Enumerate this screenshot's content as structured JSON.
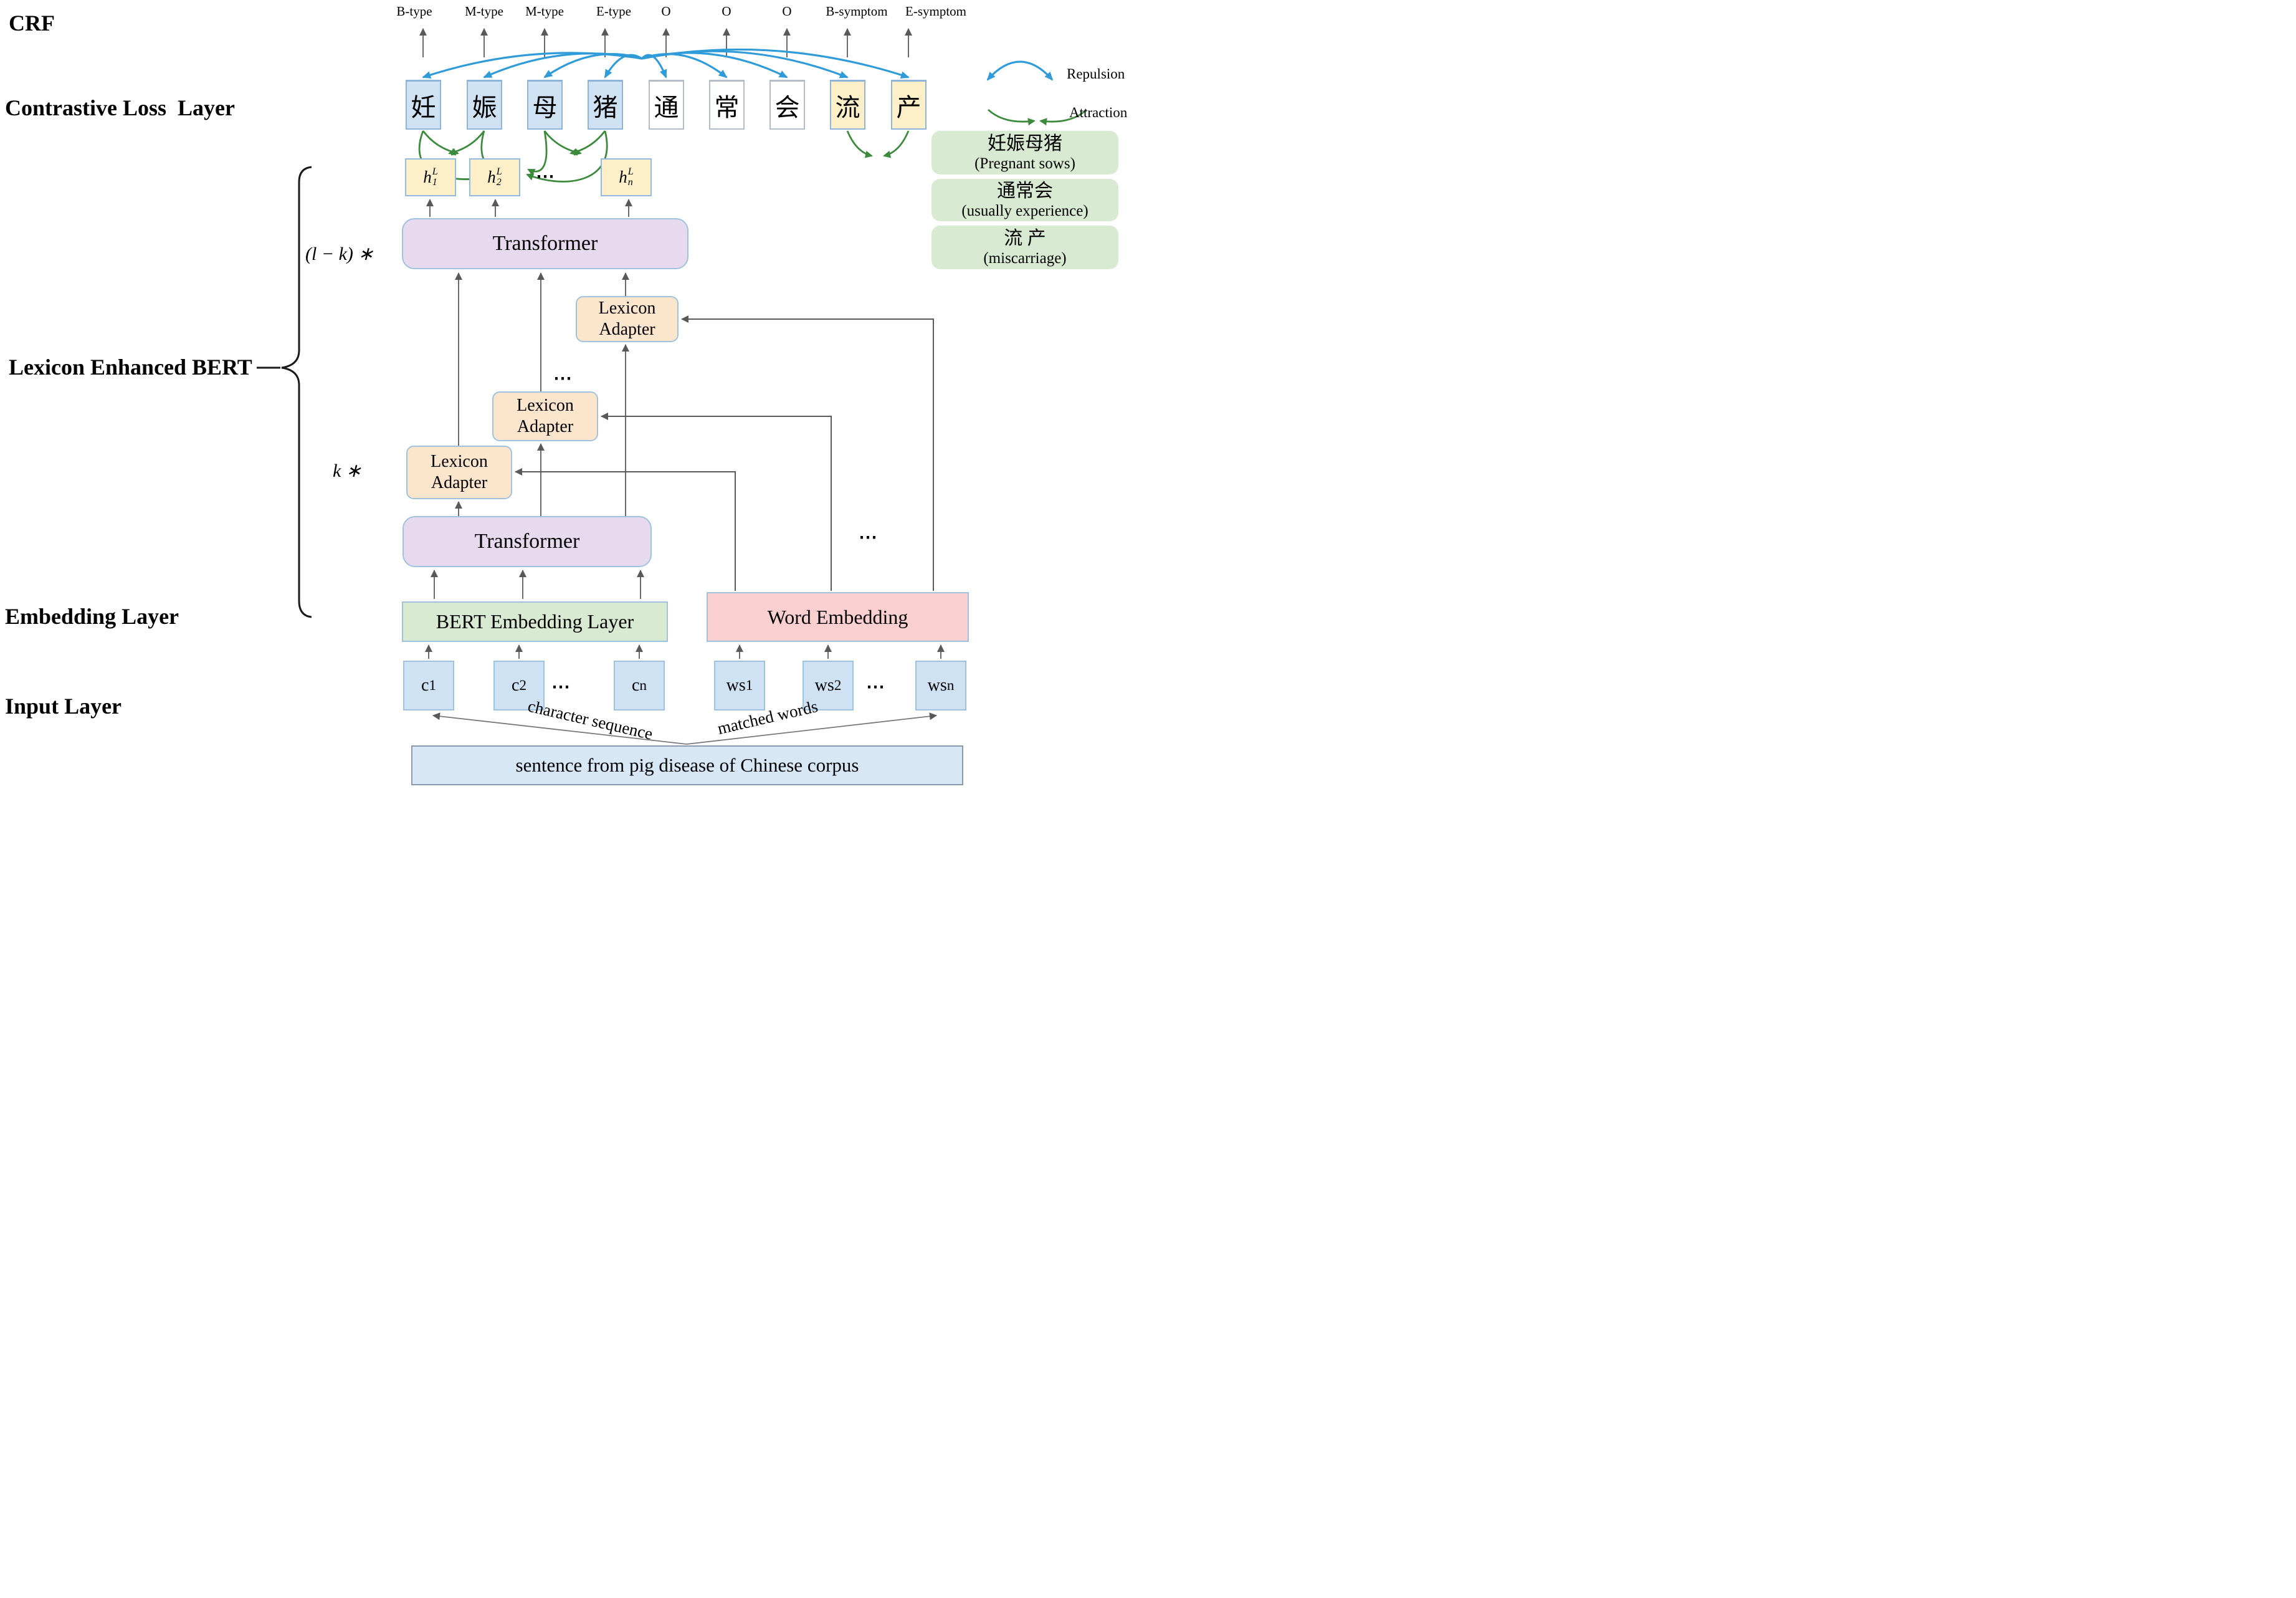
{
  "colors": {
    "repulsion_arc": "#2f9cd9",
    "attraction_arc": "#3c8a3c",
    "arrow_gray": "#595959",
    "token_entity": "#cfe2f3",
    "token_plain": "#ffffff",
    "token_symptom": "#fdf0c8",
    "transformer": "#e7daee",
    "adapter": "#fce5cd",
    "bert_embedding": "#d9ead3",
    "word_embedding": "#f9cfd0",
    "lexicon_card": "#d8ead2",
    "sentence_box": "#d8e7f6"
  },
  "left_labels": {
    "crf": "CRF",
    "contrastive": "Contrastive Loss  Layer",
    "lexicon_bert": "Lexicon Enhanced BERT",
    "embedding": "Embedding Layer",
    "input": "Input Layer"
  },
  "crf_tags": [
    "B-type",
    "M-type",
    "M-type",
    "E-type",
    "O",
    "O",
    "O",
    "B-symptom",
    "E-symptom"
  ],
  "tokens": [
    {
      "ch": "妊",
      "group": "entity-type"
    },
    {
      "ch": "娠",
      "group": "entity-type"
    },
    {
      "ch": "母",
      "group": "entity-type"
    },
    {
      "ch": "猪",
      "group": "entity-type"
    },
    {
      "ch": "通",
      "group": "outside"
    },
    {
      "ch": "常",
      "group": "outside"
    },
    {
      "ch": "会",
      "group": "outside"
    },
    {
      "ch": "流",
      "group": "entity-symptom"
    },
    {
      "ch": "产",
      "group": "entity-symptom"
    }
  ],
  "legend": {
    "repulsion": "Repulsion",
    "attraction": "Attraction"
  },
  "lexicon_cards": [
    {
      "zh": "妊娠母猪",
      "en": "(Pregnant sows)"
    },
    {
      "zh": "通常会",
      "en": "(usually experience)"
    },
    {
      "zh": "流 产",
      "en": "(miscarriage)"
    }
  ],
  "hidden": {
    "h1": {
      "base": "h",
      "sup": "L",
      "sub": "1"
    },
    "h2": {
      "base": "h",
      "sup": "L",
      "sub": "2"
    },
    "hn": {
      "base": "h",
      "sup": "L",
      "sub": "n"
    }
  },
  "multipliers": {
    "upper": "(l − k) ∗",
    "lower": "k ∗"
  },
  "blocks": {
    "transformer": "Transformer",
    "adapter_line1": "Lexicon",
    "adapter_line2": "Adapter",
    "bert_embedding": "BERT Embedding Layer",
    "word_embedding": "Word Embedding"
  },
  "inputs": {
    "c": [
      {
        "base": "c",
        "sub": "1"
      },
      {
        "base": "c",
        "sub": "2"
      },
      {
        "base": "c",
        "sub": "n"
      }
    ],
    "ws": [
      {
        "base": "ws",
        "sub": "1"
      },
      {
        "base": "ws",
        "sub": "2"
      },
      {
        "base": "ws",
        "sub": "n"
      }
    ]
  },
  "edge_labels": {
    "left": "character sequence",
    "right": "matched words"
  },
  "sentence": "sentence from pig disease of Chinese corpus",
  "dots": "⋯"
}
